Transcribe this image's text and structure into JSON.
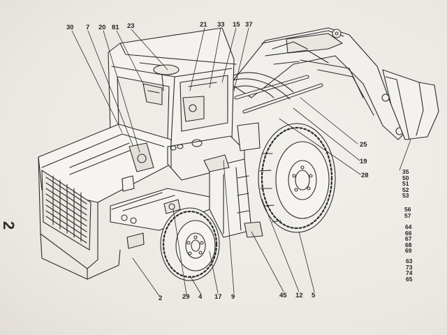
{
  "page_number": "2",
  "callouts": {
    "top": [
      "30",
      "7",
      "20",
      "81",
      "23",
      "21",
      "33",
      "15",
      "37"
    ],
    "right": [
      "25",
      "19",
      "28"
    ],
    "bottom": [
      "2",
      "29",
      "4",
      "17",
      "9",
      "45",
      "12",
      "5"
    ],
    "stack_1": [
      "35",
      "50",
      "51",
      "52",
      "53"
    ],
    "stack_2": [
      "56",
      "57"
    ],
    "stack_3": [
      "64",
      "66",
      "67",
      "68",
      "69"
    ],
    "stack_4": [
      "63",
      "73",
      "74",
      "65"
    ]
  },
  "colors": {
    "ink": "#2b2b2b",
    "paper": "#eeebe6"
  }
}
